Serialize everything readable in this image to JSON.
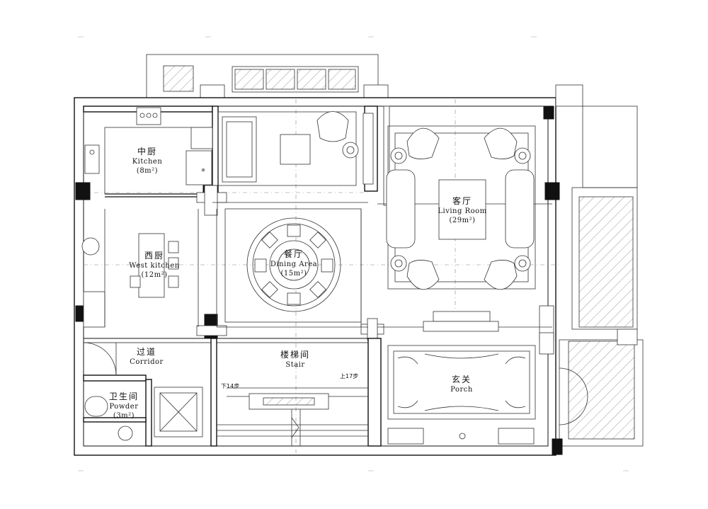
{
  "rooms": {
    "kitchen": {
      "cn": "中厨",
      "en": "Kitchen",
      "area": "(8m²)"
    },
    "west_kitchen": {
      "cn": "西厨",
      "en": "West kitchen",
      "area": "(12m²)"
    },
    "dining": {
      "cn": "餐厅",
      "en": "Dining Area",
      "area": "(15m²)"
    },
    "living": {
      "cn": "客厅",
      "en": "Living Room",
      "area": "(29m²)"
    },
    "corridor": {
      "cn": "过道",
      "en": "Corridor"
    },
    "stair": {
      "cn": "楼梯间",
      "en": "Stair"
    },
    "porch": {
      "cn": "玄关",
      "en": "Porch"
    },
    "powder": {
      "cn": "卫生间",
      "en": "Powder",
      "area": "(3m²)"
    }
  },
  "stair_notes": {
    "down": "下14步",
    "up": "上17步"
  }
}
